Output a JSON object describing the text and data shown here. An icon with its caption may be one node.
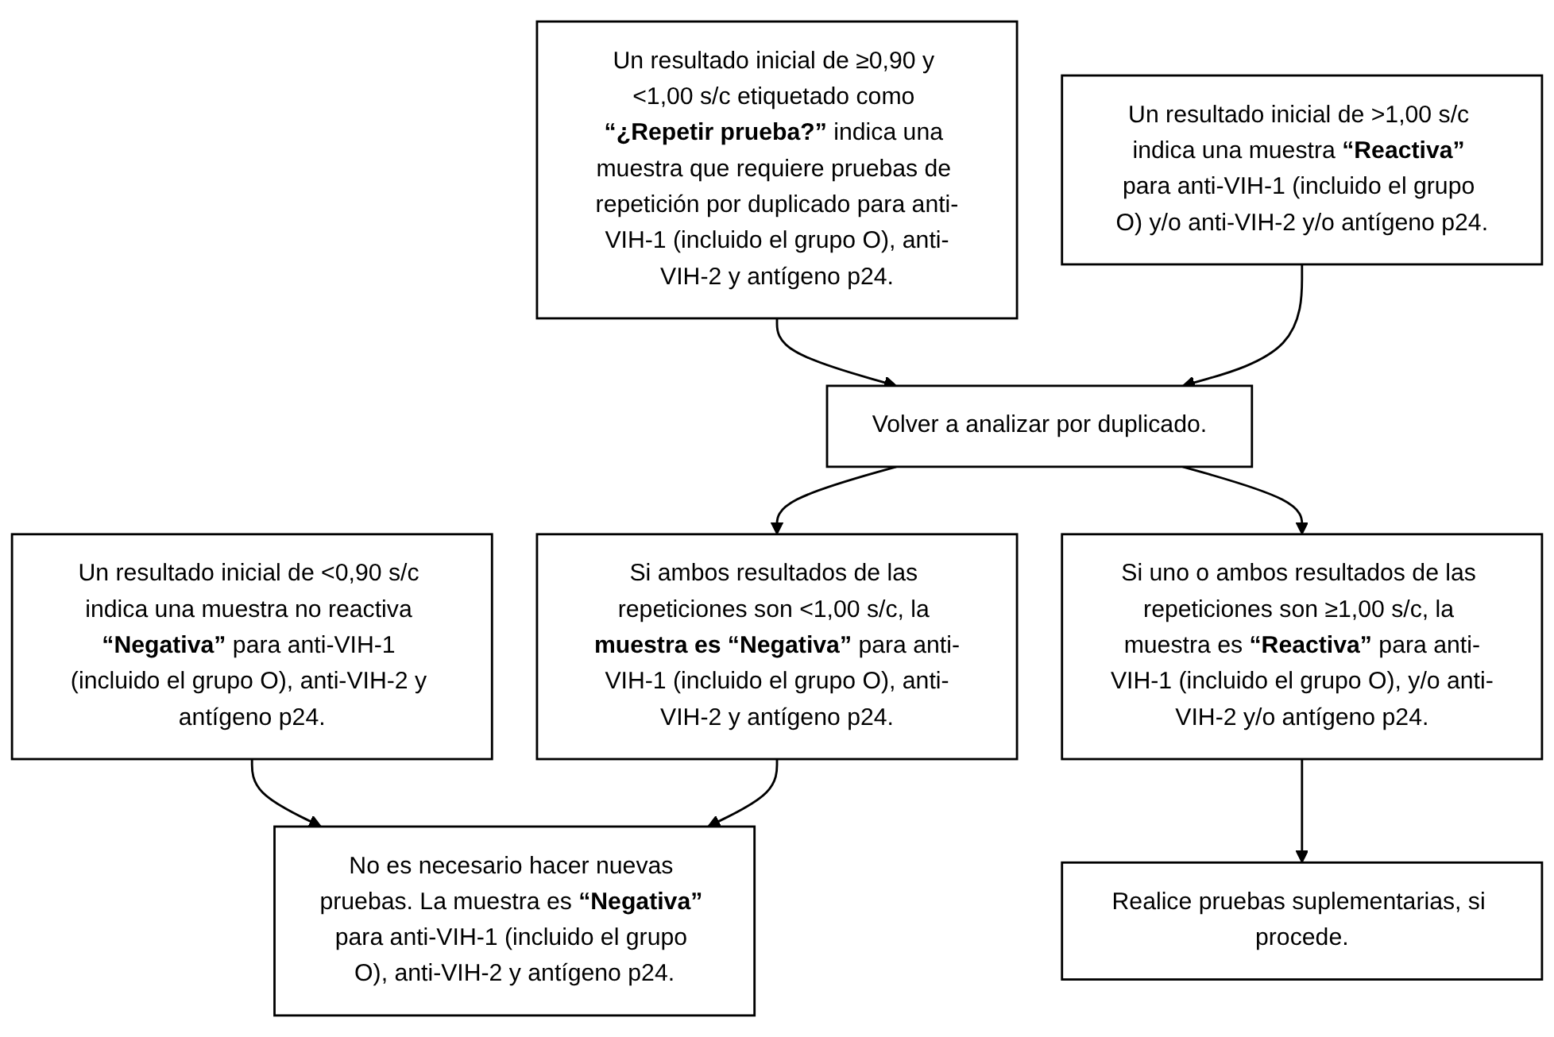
{
  "diagram": {
    "nodes": [
      {
        "text": [
          "Un resultado inicial de <0,90 s/c indica una muestra no reactiva **“Negativa”** para anti-VIH-1 (incluido el grupo O), anti-VIH-2 y antígeno p24."
        ]
      },
      {
        "text": [
          "Un resultado inicial de ≥0,90 y <1,00 s/c etiquetado como **“¿Repetir prueba?”** indica una muestra que requiere pruebas de repetición por duplicado para anti-VIH-1 (incluido el grupo O), anti-VIH-2 y antígeno p24."
        ]
      },
      {
        "text": [
          "Un resultado inicial de >1,00 s/c indica una muestra **“Reactiva”** para anti-VIH-1 (incluido el grupo O) y/o anti-VIH-2 y/o antígeno p24."
        ]
      },
      {
        "text": [
          "Volver a analizar por duplicado."
        ]
      },
      {
        "text": [
          "Si ambos resultados de las repeticiones son <1,00 s/c, la **muestra es “Negativa”** para anti-VIH-1 (incluido el grupo O), anti-VIH-2 y antígeno p24."
        ]
      },
      {
        "text": [
          "Si uno o ambos resultados de las repeticiones son ≥1,00 s/c, la muestra es **“Reactiva”** para anti-VIH-1 (incluido el grupo O), y/o anti-VIH-2 y/o antígeno p24."
        ]
      },
      {
        "text": [
          "No es necesario hacer nuevas pruebas. La muestra es **“Negativa”** para anti-VIH-1 (incluido el grupo O), anti-VIH-2 y antígeno p24."
        ]
      },
      {
        "text": [
          "Realice pruebas suplementarias, si procede."
        ]
      }
    ],
    "edges": [
      {
        "from": 0,
        "to": 6,
        "arrow": "to"
      },
      {
        "from": 1,
        "to": 3,
        "arrow": "to"
      },
      {
        "from": 2,
        "to": 3,
        "arrow": "to"
      },
      {
        "from": 3,
        "to": 4,
        "arrow": "to"
      },
      {
        "from": 3,
        "to": 5,
        "arrow": "to"
      },
      {
        "from": 4,
        "to": 6,
        "arrow": "to"
      },
      {
        "from": 5,
        "to": 7,
        "arrow": "to"
      }
    ]
  }
}
